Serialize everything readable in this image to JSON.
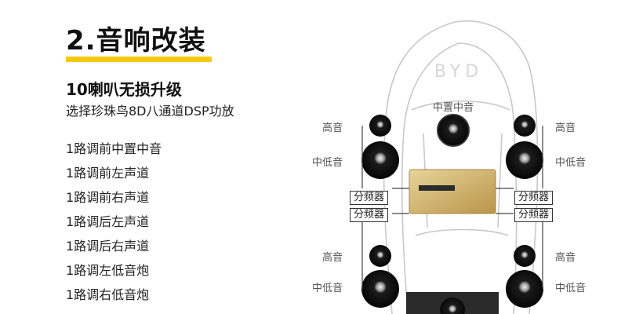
{
  "heading": {
    "title": "2.音响改装",
    "accent_color": "#f6c90e"
  },
  "subtitle": "10喇叭无损升级",
  "description": "选择珍珠鸟8D八通道DSP功放",
  "channels": [
    "1路调前中置中音",
    "1路调前左声道",
    "1路调前右声道",
    "1路调后左声道",
    "1路调后右声道",
    "1路调左低音炮",
    "1路调右低音炮"
  ],
  "diagram": {
    "car_logo": "BYD",
    "center_label": "中置中音",
    "tweeter_label": "高音",
    "midwoofer_label": "中低音",
    "crossover_label": "分频器",
    "amplifier_color": "#d4b66a"
  }
}
